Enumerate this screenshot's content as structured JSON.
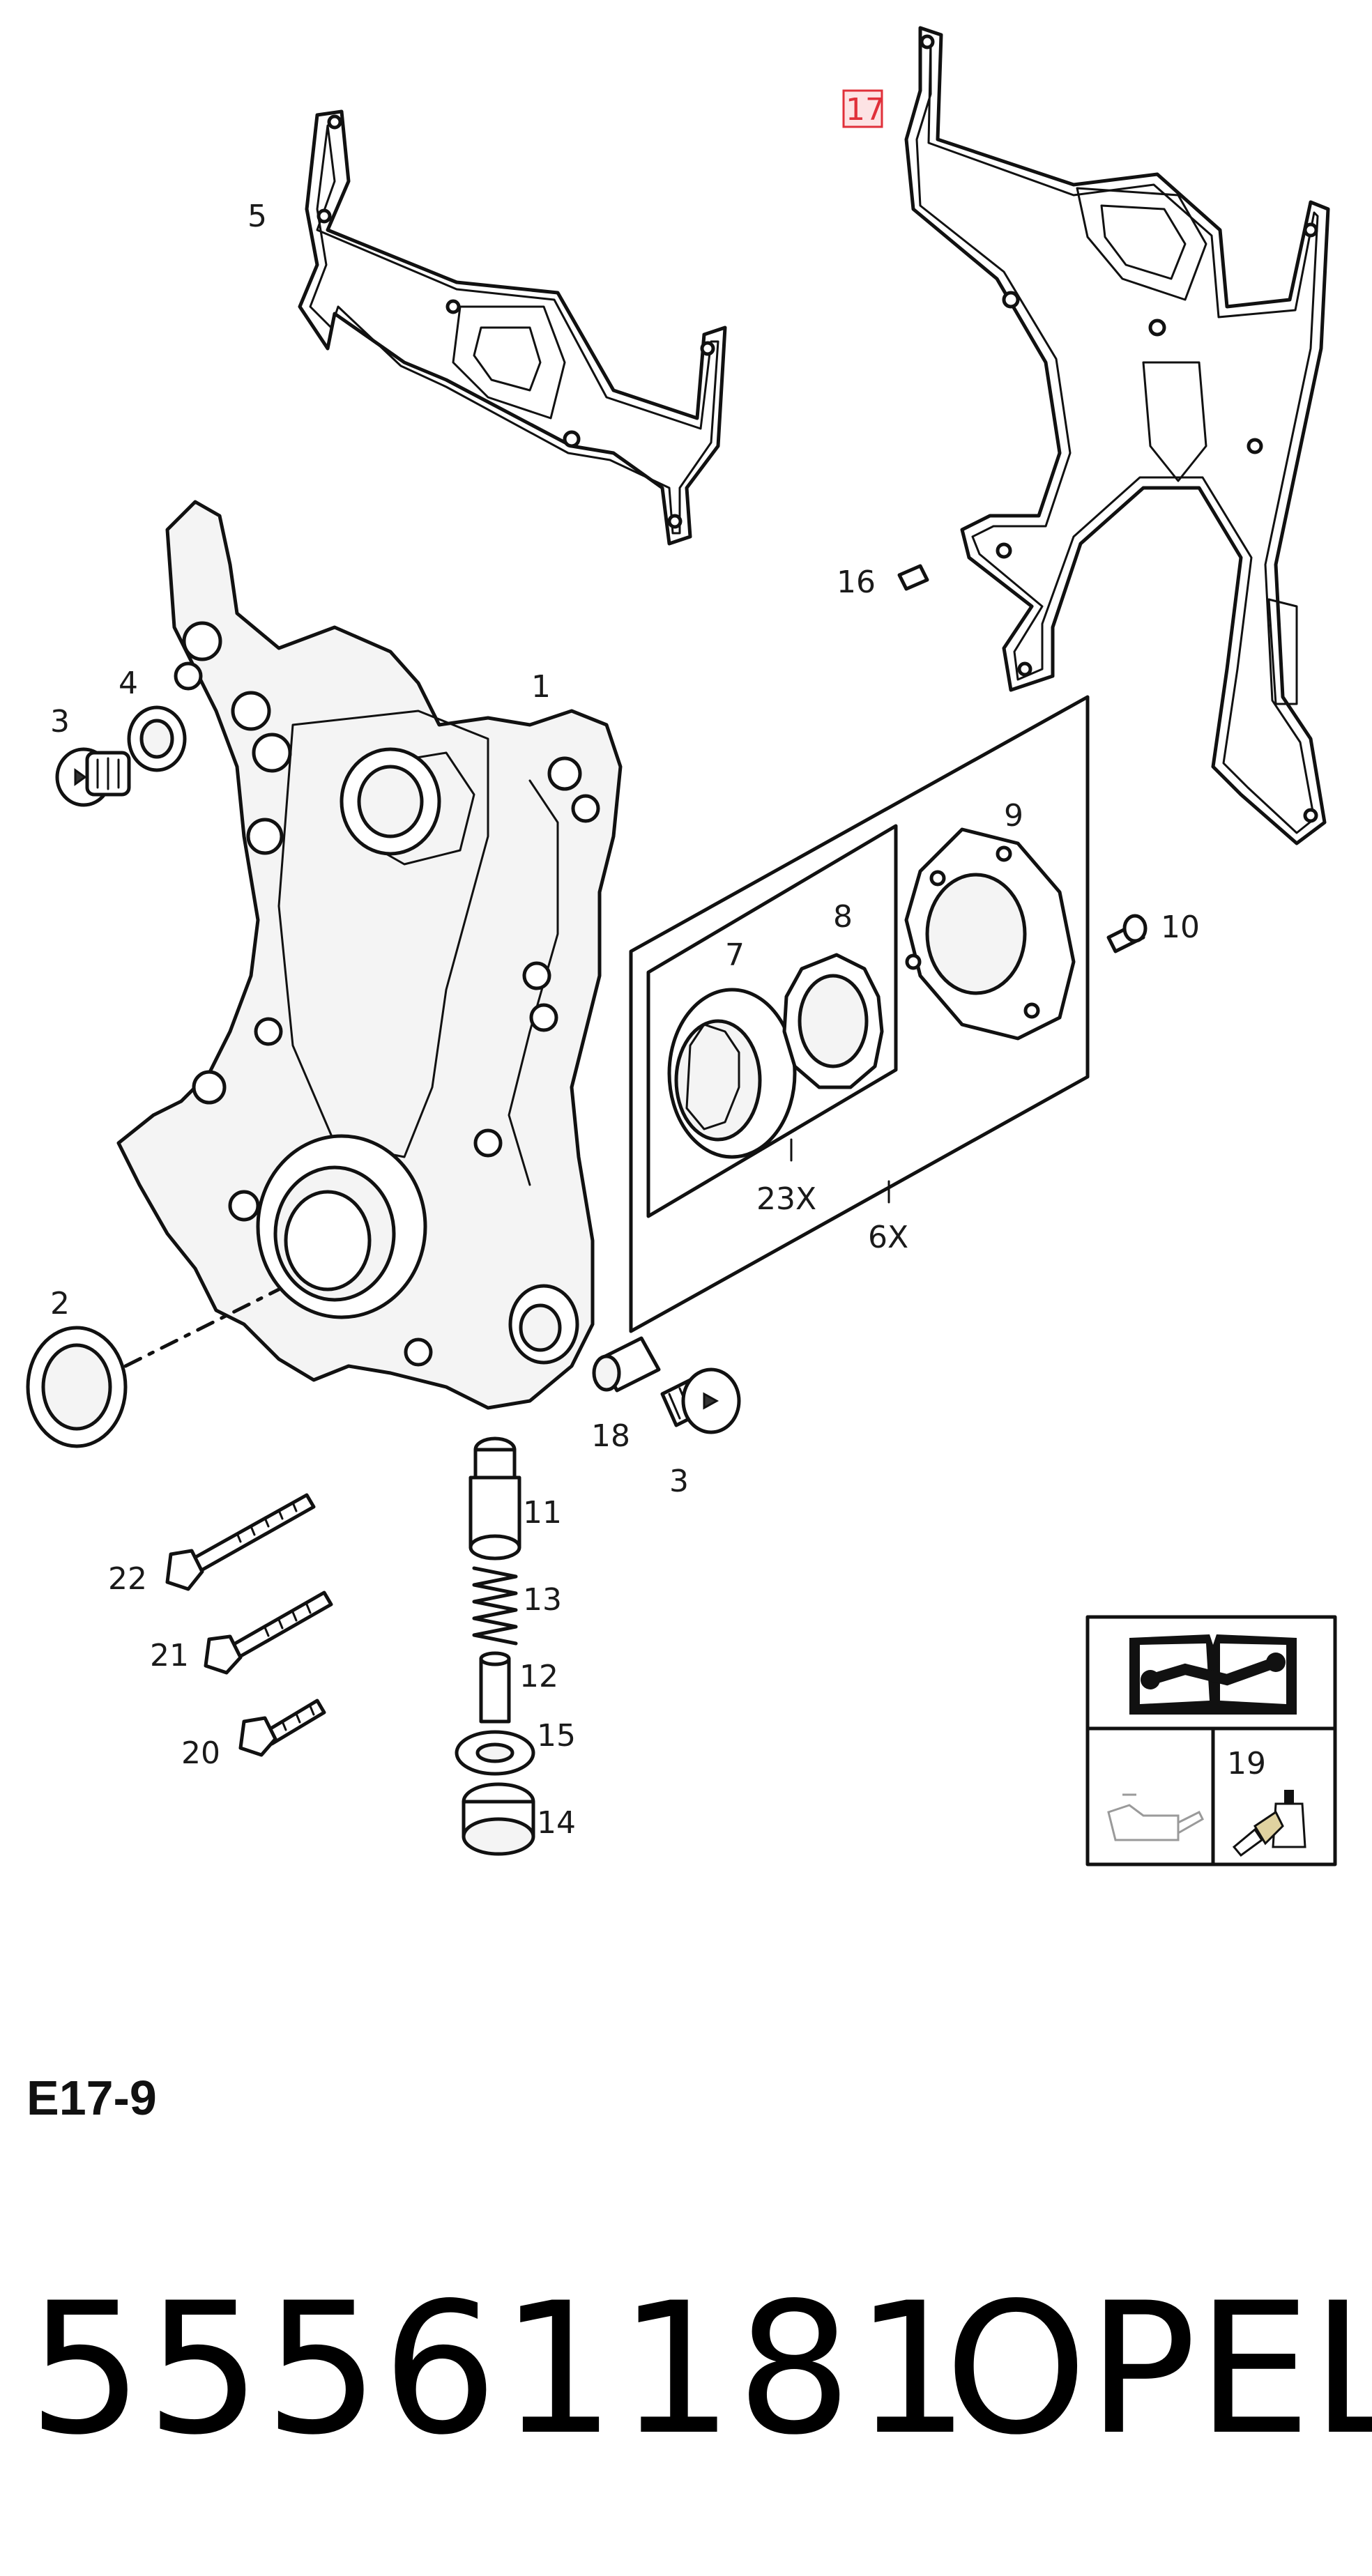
{
  "diagram": {
    "callouts": {
      "p1": "1",
      "p2": "2",
      "p3a": "3",
      "p3b": "3",
      "p4": "4",
      "p5": "5",
      "p6": "6X",
      "p7": "7",
      "p8": "8",
      "p9": "9",
      "p10": "10",
      "p11": "11",
      "p12": "12",
      "p13": "13",
      "p14": "14",
      "p15": "15",
      "p16": "16",
      "p17": "17",
      "p18": "18",
      "p19": "19",
      "p20": "20",
      "p21": "21",
      "p22": "22",
      "p23": "23X"
    },
    "highlight_color": "#e0303a",
    "legend_icons": [
      "manual-book-wrench-icon",
      "oil-can-icon",
      "sealant-bottle-icon"
    ]
  },
  "footer": {
    "diagram_code": "E17-9",
    "part_number": "55561181",
    "brand": "OPEL"
  }
}
